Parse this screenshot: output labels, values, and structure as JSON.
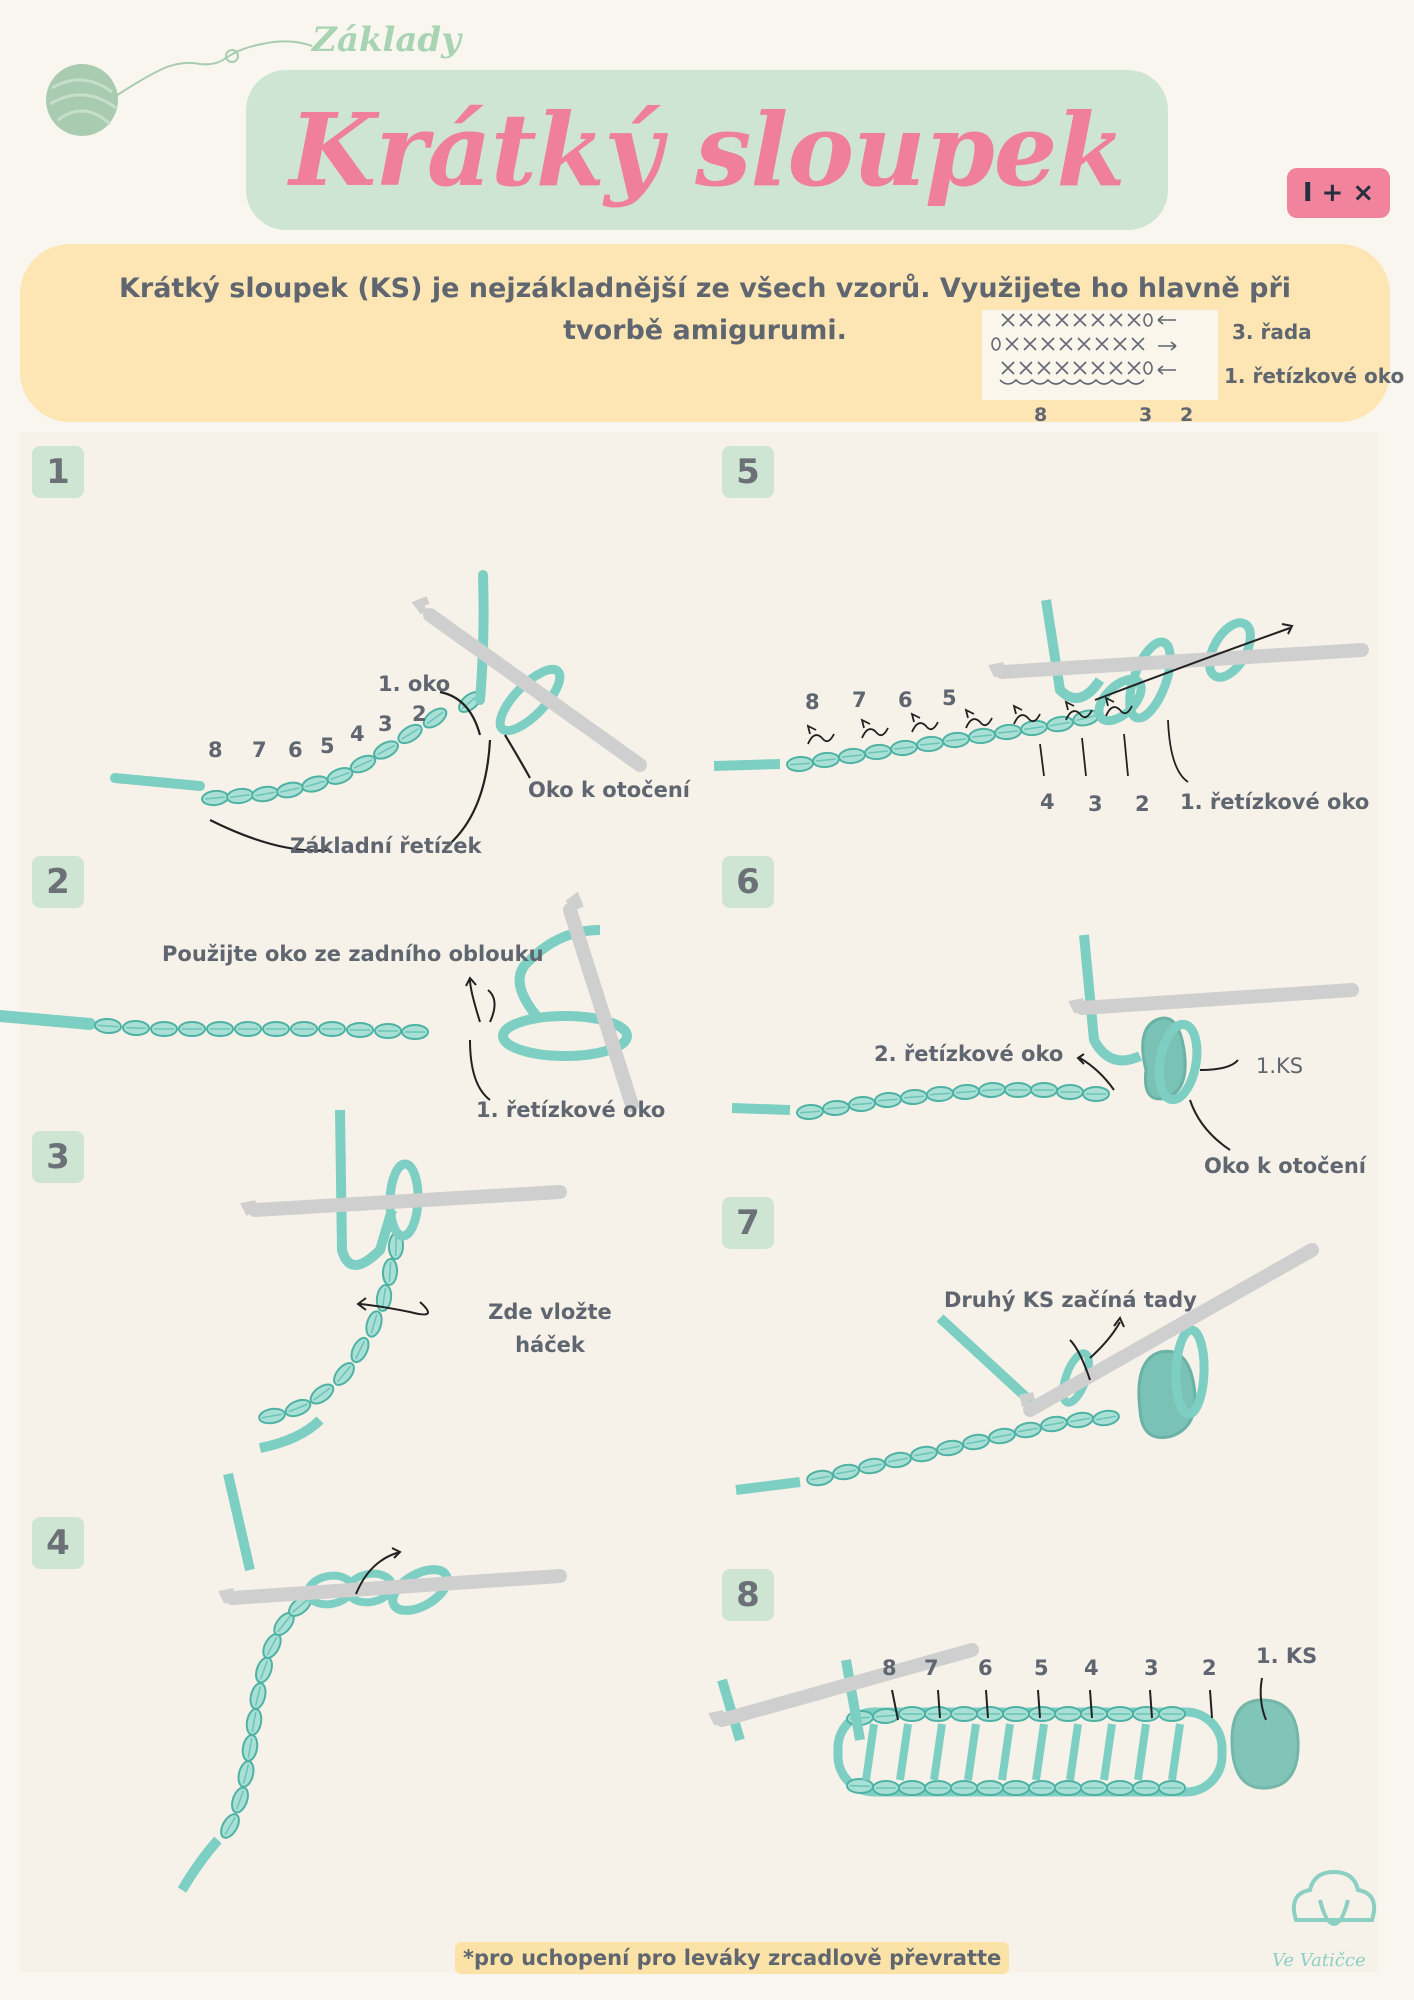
{
  "header": {
    "kicker": "Základy",
    "title": "Krátký sloupek",
    "badge": "I + ×"
  },
  "intro": {
    "text": "Krátký sloupek (KS) je nejzákladnější ze všech vzorů. Využijete ho hlavně při tvorbě amigurumi."
  },
  "legend": {
    "row3": "3. řada",
    "row1": "1. řetízkové oko",
    "n8": "8",
    "n3": "3",
    "n2": "2"
  },
  "steps": {
    "s1": {
      "number": "1",
      "first_stitch": "1. oko",
      "turning": "Oko k otočení",
      "foundation": "Základní řetízek",
      "nums": [
        "8",
        "7",
        "6",
        "5",
        "4",
        "3",
        "2"
      ]
    },
    "s2": {
      "number": "2",
      "back_loop": "Použijte oko ze zadního oblouku",
      "first_chain": "1. řetízkové oko"
    },
    "s3": {
      "number": "3",
      "insert_hook": "Zde vložte háček"
    },
    "s4": {
      "number": "4"
    },
    "s5": {
      "number": "5",
      "nums_top": [
        "8",
        "7",
        "6",
        "5"
      ],
      "nums_bottom": [
        "4",
        "3",
        "2"
      ],
      "first_chain": "1. řetízkové oko"
    },
    "s6": {
      "number": "6",
      "second_chain": "2. řetízkové oko",
      "first_sc": "1.KS",
      "turning": "Oko k otočení"
    },
    "s7": {
      "number": "7",
      "second_sc": "Druhý KS začíná tady"
    },
    "s8": {
      "number": "8",
      "nums": [
        "8",
        "7",
        "6",
        "5",
        "4",
        "3",
        "2"
      ],
      "first_sc": "1. KS"
    }
  },
  "footer": {
    "note": "*pro uchopení pro leváky zrcadlově převratte",
    "brand": "Ve Vatičce"
  },
  "colors": {
    "yarn": "#7ecfc3",
    "yarn_dark": "#4fb2a4",
    "hook": "#c9c9c9",
    "title_pink": "#ef7f9b",
    "mint": "#cfe5d3",
    "cream": "#fde6b3"
  }
}
